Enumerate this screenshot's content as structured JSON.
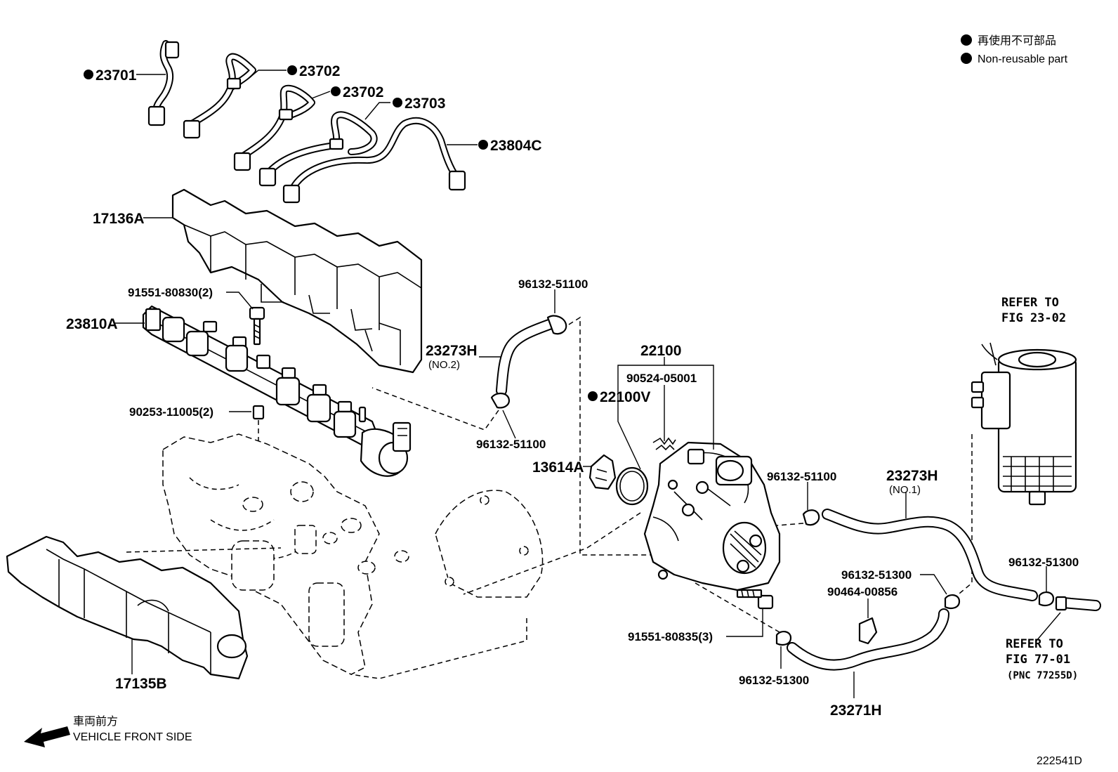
{
  "legend": {
    "jp": "再使用不可部品",
    "en": "Non-reusable part"
  },
  "direction": {
    "jp": "車両前方",
    "en": "VEHICLE FRONT SIDE"
  },
  "figure_id": "222541D",
  "labels": {
    "p23701": "23701",
    "p23702a": "23702",
    "p23702b": "23702",
    "p23703": "23703",
    "p23804c": "23804C",
    "p17136a": "17136A",
    "p91551_80830": "91551-80830(2)",
    "p23810a": "23810A",
    "p90253": "90253-11005(2)",
    "p17135b": "17135B",
    "p96132_51100_top": "96132-51100",
    "p23273h_no2": "23273H",
    "p23273h_no2_sub": "(NO.2)",
    "p96132_51100_mid": "96132-51100",
    "p22100": "22100",
    "p90524": "90524-05001",
    "p22100v": "22100V",
    "p13614a": "13614A",
    "p96132_51100_right": "96132-51100",
    "p23273h_no1": "23273H",
    "p23273h_no1_sub": "(NO.1)",
    "p96132_51300_a": "96132-51300",
    "p90464": "90464-00856",
    "p96132_51300_b": "96132-51300",
    "p91551_80835": "91551-80835(3)",
    "p96132_51300_c": "96132-51300",
    "p23271h": "23271H"
  },
  "refs": {
    "fig2302_l1": "REFER TO",
    "fig2302_l2": "FIG 23-02",
    "fig7701_l1": "REFER TO",
    "fig7701_l2": "FIG 77-01",
    "fig7701_l3": "(PNC 77255D)"
  }
}
